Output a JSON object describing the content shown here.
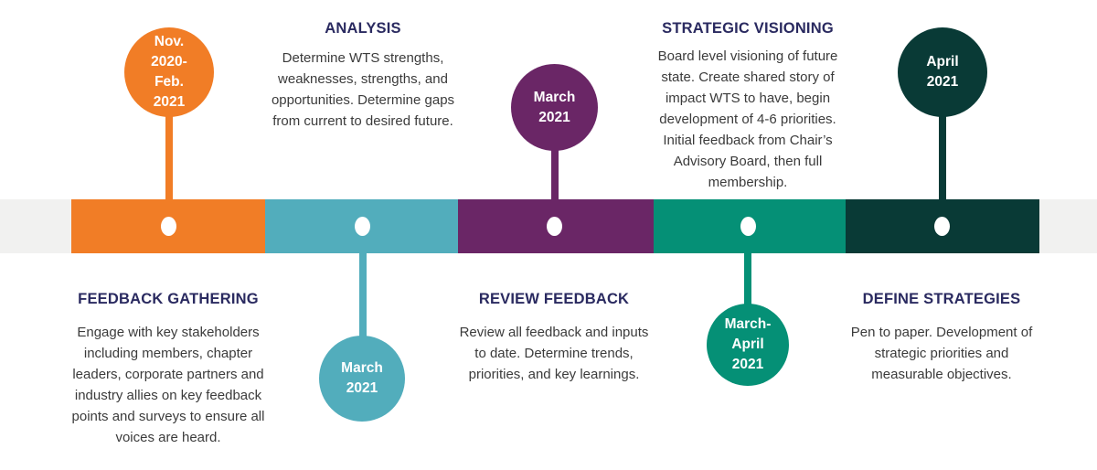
{
  "timeline": {
    "track_background": "#F1F1F0",
    "dot_color": "#FFFFFF",
    "colors": {
      "heading": "#2A2A60",
      "body_text": "#3B3B3B"
    },
    "phases": [
      {
        "name": "feedback-gathering",
        "color": "#F17D26",
        "date_position": "above",
        "text_position": "below",
        "date_lines": [
          "Nov.",
          "2020-",
          "Feb.",
          "2021"
        ],
        "title": "FEEDBACK GATHERING",
        "description_lines": [
          "Engage with key stakeholders",
          "including members, chapter",
          "leaders, corporate partners and",
          "industry allies on key feedback",
          "points and surveys to ensure all",
          "voices are heard."
        ]
      },
      {
        "name": "analysis",
        "color": "#52ADBC",
        "date_position": "below",
        "text_position": "above",
        "date_lines": [
          "March",
          "2021"
        ],
        "title": "ANALYSIS",
        "description_lines": [
          "Determine WTS strengths,",
          "weaknesses, strengths, and",
          "opportunities.  Determine gaps",
          "from current to desired future."
        ]
      },
      {
        "name": "review-feedback",
        "color": "#6A2666",
        "date_position": "above",
        "text_position": "below",
        "date_lines": [
          "March",
          "2021"
        ],
        "title": "REVIEW FEEDBACK",
        "description_lines": [
          "Review all feedback and inputs",
          "to date. Determine trends,",
          "priorities, and key learnings."
        ]
      },
      {
        "name": "strategic-visioning",
        "color": "#059076",
        "date_position": "below",
        "text_position": "above",
        "date_lines": [
          "March-",
          "April",
          "2021"
        ],
        "title": "STRATEGIC VISIONING",
        "description_lines": [
          "Board level visioning of future",
          "state. Create shared story of",
          "impact WTS to have, begin",
          "development of 4-6 priorities.",
          "Initial feedback from Chair’s",
          "Advisory Board, then full",
          "membership."
        ]
      },
      {
        "name": "define-strategies",
        "color": "#093A36",
        "date_position": "above",
        "text_position": "below",
        "date_lines": [
          "April",
          "2021"
        ],
        "title": "DEFINE STRATEGIES",
        "description_lines": [
          "Pen to paper. Development of",
          "strategic priorities and",
          "measurable objectives."
        ]
      }
    ]
  }
}
